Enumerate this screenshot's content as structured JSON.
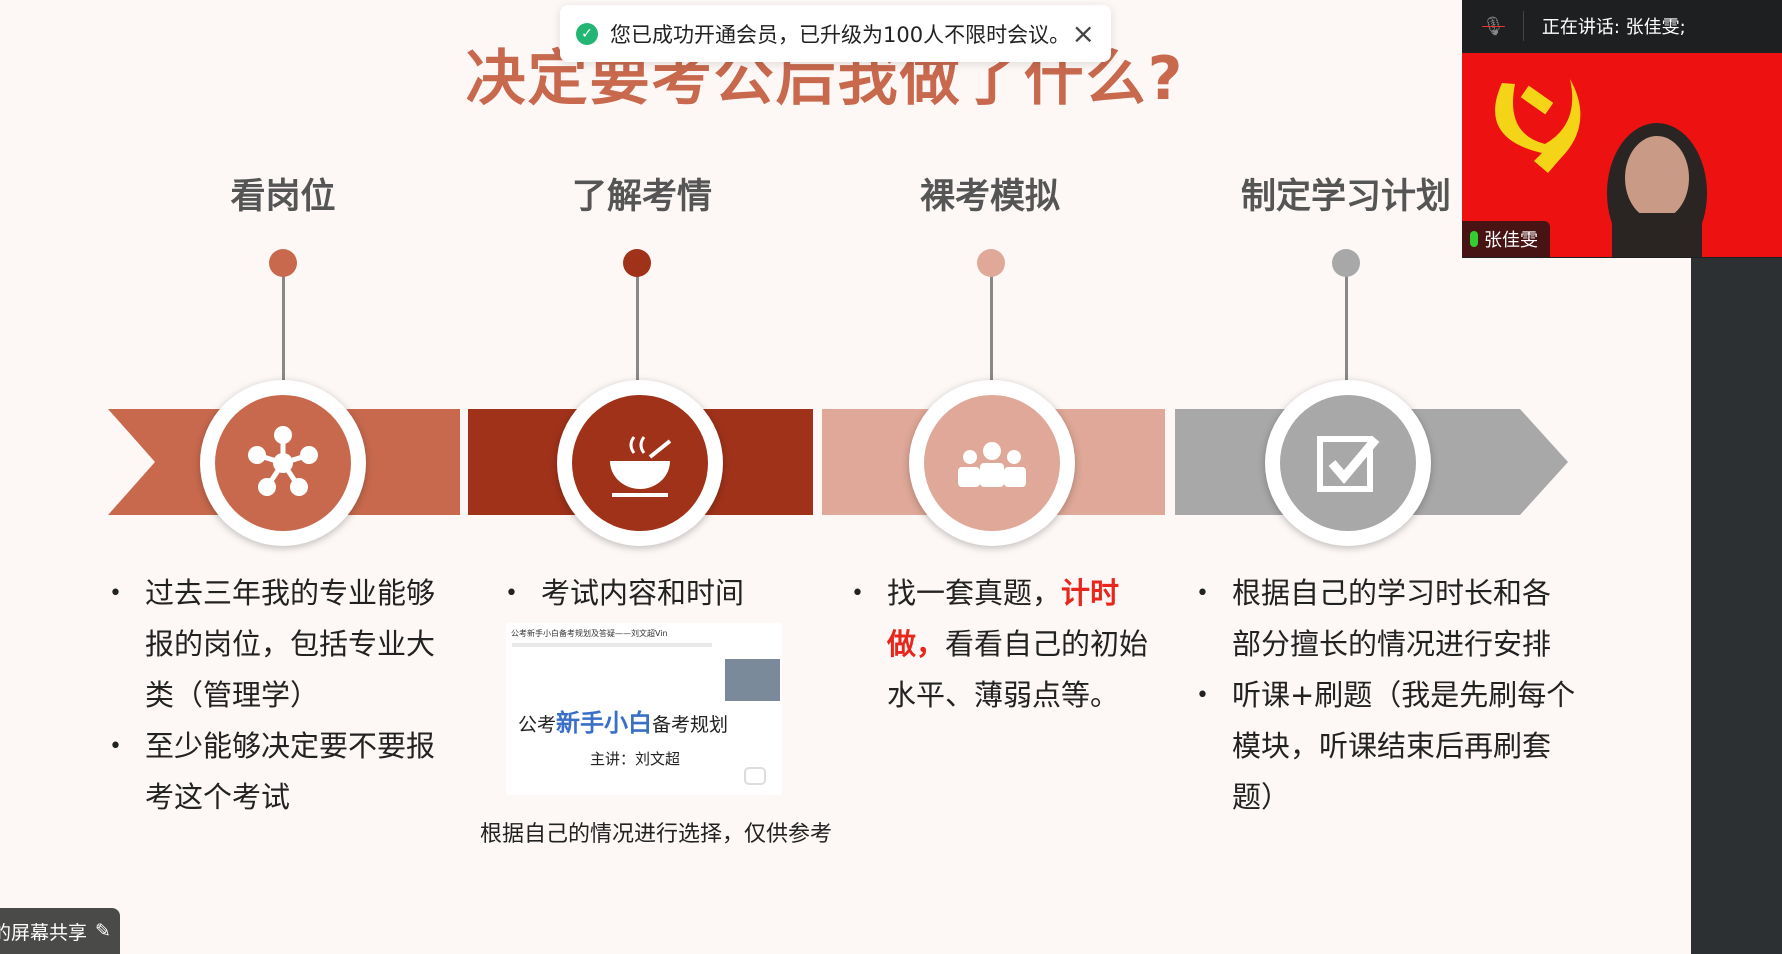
{
  "slide": {
    "title": "决定要考公后我做了什么?",
    "steps": [
      {
        "heading": "看岗位",
        "icon": "network-icon",
        "color": "#c8694e",
        "dot": "#c8694e",
        "bullets": [
          "过去三年我的专业能够报的岗位，包括专业大类（管理学）",
          "至少能够决定要不要报考这个考试"
        ]
      },
      {
        "heading": "了解考情",
        "icon": "bowl-icon",
        "color": "#a0321a",
        "dot": "#a0321a",
        "bullets": [
          "考试内容和时间"
        ]
      },
      {
        "heading": "裸考模拟",
        "icon": "group-icon",
        "color": "#dfa898",
        "dot": "#dfa898",
        "bullets": []
      },
      {
        "heading": "制定学习计划",
        "icon": "checkbox-icon",
        "color": "#a8a8a8",
        "dot": "#a8a8a8",
        "bullets": [
          "根据自己的学习时长和各部分擅长的情况进行安排",
          "听课+刷题（我是先刷每个模块，听课结束后再刷套题）"
        ]
      }
    ],
    "step3_text": {
      "pre": "找一套真题，",
      "red": "计时做，",
      "post": "看看自己的初始水平、薄弱点等。"
    },
    "thumbnail": {
      "header": "公考新手小白备考规划及答疑——刘文超Vin",
      "main_pre": "公考",
      "main_blue": "新手小白",
      "main_post": "备考规划",
      "speaker": "主讲：刘文超"
    },
    "caption": "根据自己的情况进行选择，仅供参考"
  },
  "toast": {
    "text": "您已成功开通会员，已升级为100人不限时会议。"
  },
  "video": {
    "speaking_label": "正在讲话: 张佳雯;",
    "participant": "张佳雯"
  },
  "share_tag": {
    "label": "的屏幕共享"
  }
}
